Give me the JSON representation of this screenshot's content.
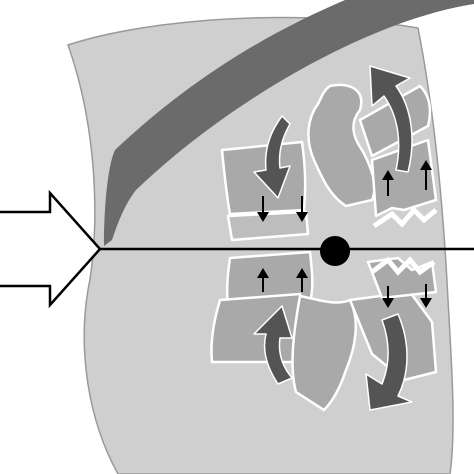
{
  "figure": {
    "labels": []
  },
  "colors": {
    "background": "#ffffff",
    "torso": "#cfcfcf",
    "torso_edge": "#9a9a9a",
    "belt": "#6b6b6b",
    "bone": "#a9a9a9",
    "bone_light": "#bdbdbd",
    "outline": "#ffffff",
    "ink": "#000000",
    "rotation_arrow": "#545454",
    "force_arrow_fill": "#ffffff"
  },
  "icons": {
    "force_arrow": "big-hollow-arrow",
    "rotation_arrows": "curved-arrow",
    "fulcrum": "filled-circle",
    "distraction_arrows": "small-vertical-arrow",
    "fracture": "zigzag-fracture-line"
  }
}
